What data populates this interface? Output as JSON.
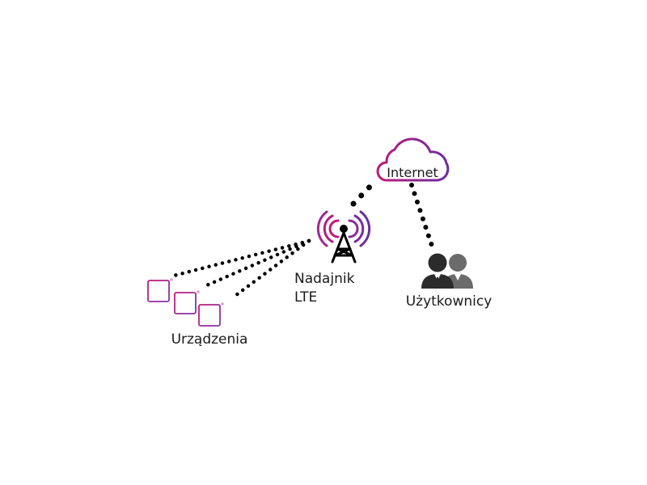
{
  "labels": {
    "internet": "Internet",
    "tower_line1": "Nadajnik",
    "tower_line2": "LTE",
    "users": "Użytkownicy",
    "devices": "Urządzenia"
  },
  "icons": {
    "cloud": "cloud-icon",
    "tower": "radio-tower-icon",
    "users": "users-icon",
    "devices": "device-icon"
  },
  "colors": {
    "gradient_start": "#c2187a",
    "gradient_end": "#6a2fa0",
    "users_front": "#2b2b2b",
    "users_back": "#6b6b6b",
    "lines": "#000000"
  }
}
